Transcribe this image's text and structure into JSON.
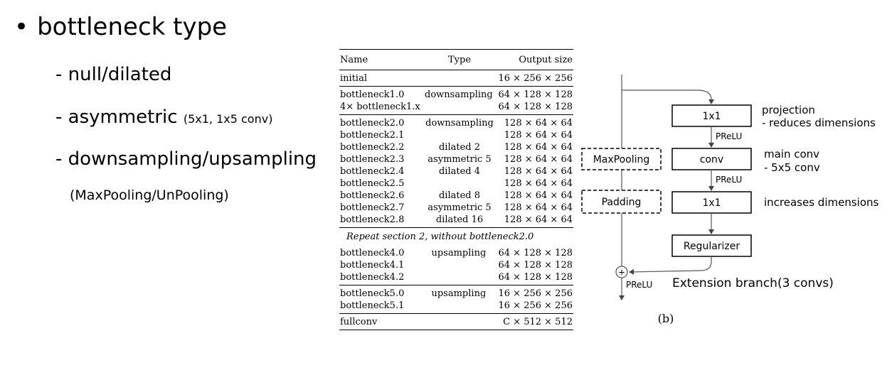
{
  "bullets": {
    "heading": "bottleneck type",
    "items": [
      {
        "text": "null/dilated",
        "note": ""
      },
      {
        "text": "asymmetric",
        "note": "(5x1, 1x5 conv)"
      },
      {
        "text": "downsampling/upsampling",
        "note": ""
      }
    ],
    "footnote": "(MaxPooling/UnPooling)"
  },
  "table": {
    "headers": [
      "Name",
      "Type",
      "Output size"
    ],
    "groups": [
      [
        [
          "initial",
          "",
          "16 × 256 × 256"
        ]
      ],
      [
        [
          "bottleneck1.0",
          "downsampling",
          "64 × 128 × 128"
        ],
        [
          "4× bottleneck1.x",
          "",
          "64 × 128 × 128"
        ]
      ],
      [
        [
          "bottleneck2.0",
          "downsampling",
          "128 × 64 × 64"
        ],
        [
          "bottleneck2.1",
          "",
          "128 × 64 × 64"
        ],
        [
          "bottleneck2.2",
          "dilated 2",
          "128 × 64 × 64"
        ],
        [
          "bottleneck2.3",
          "asymmetric 5",
          "128 × 64 × 64"
        ],
        [
          "bottleneck2.4",
          "dilated 4",
          "128 × 64 × 64"
        ],
        [
          "bottleneck2.5",
          "",
          "128 × 64 × 64"
        ],
        [
          "bottleneck2.6",
          "dilated 8",
          "128 × 64 × 64"
        ],
        [
          "bottleneck2.7",
          "asymmetric 5",
          "128 × 64 × 64"
        ],
        [
          "bottleneck2.8",
          "dilated 16",
          "128 × 64 × 64"
        ]
      ]
    ],
    "repeat_note": "Repeat section 2, without bottleneck2.0",
    "groups_after": [
      [
        [
          "bottleneck4.0",
          "upsampling",
          "64 × 128 × 128"
        ],
        [
          "bottleneck4.1",
          "",
          "64 × 128 × 128"
        ],
        [
          "bottleneck4.2",
          "",
          "64 × 128 × 128"
        ]
      ],
      [
        [
          "bottleneck5.0",
          "upsampling",
          "16 × 256 × 256"
        ],
        [
          "bottleneck5.1",
          "",
          "16 × 256 × 256"
        ]
      ],
      [
        [
          "fullconv",
          "",
          "C × 512 × 512"
        ]
      ]
    ]
  },
  "diagram": {
    "boxes": {
      "proj": "1x1",
      "conv": "conv",
      "expand": "1x1",
      "regularizer": "Regularizer",
      "maxpool": "MaxPooling",
      "padding": "Padding"
    },
    "prelu_1": "PReLU",
    "prelu_2": "PReLU",
    "prelu_out": "PReLU",
    "plus": "+",
    "annotations": {
      "projection": "projection",
      "projection_detail": "- reduces dimensions",
      "main_conv": "main conv",
      "main_conv_detail": "- 5x5 conv",
      "increases": "increases dimensions",
      "extension": "Extension branch(3 convs)"
    },
    "caption": "(b)",
    "colors": {
      "line": "#555555",
      "box_border": "#000000"
    }
  }
}
